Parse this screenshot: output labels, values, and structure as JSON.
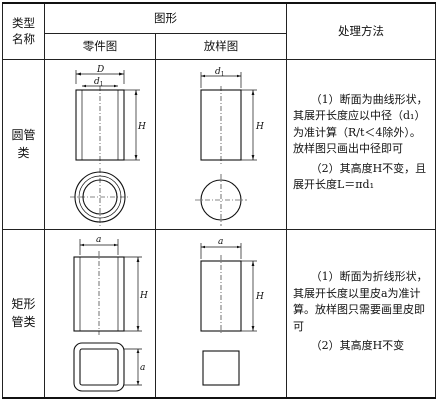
{
  "header": {
    "type_line1": "类型",
    "type_line2": "名称",
    "figure": "图形",
    "part_drawing": "零件图",
    "layout_drawing": "放样图",
    "method": "处理方法"
  },
  "rows": [
    {
      "cat_line1": "圆管",
      "cat_line2": "类",
      "dims": {
        "D": "D",
        "d1": "d",
        "d1_sub": "1",
        "H": "H"
      },
      "method_p1": "（1）断面为曲线形状，其展开长度应以中径（d₁）为准计算（R/t＜4除外）。放样图只画出中径即可",
      "method_p2": "（2）其高度H不变，且展开长度L＝πd₁"
    },
    {
      "cat_line1": "矩形",
      "cat_line2": "管类",
      "dims": {
        "a": "a",
        "H": "H"
      },
      "method_p1": "（1）断面为折线形状，其展开长度以里皮a为准计算。放样图只需要画里皮即可",
      "method_p2": "（2）其高度H不变"
    }
  ],
  "icons": [
    "round-tube-part-drawing",
    "round-tube-layout-drawing",
    "rect-tube-part-drawing",
    "rect-tube-layout-drawing"
  ]
}
